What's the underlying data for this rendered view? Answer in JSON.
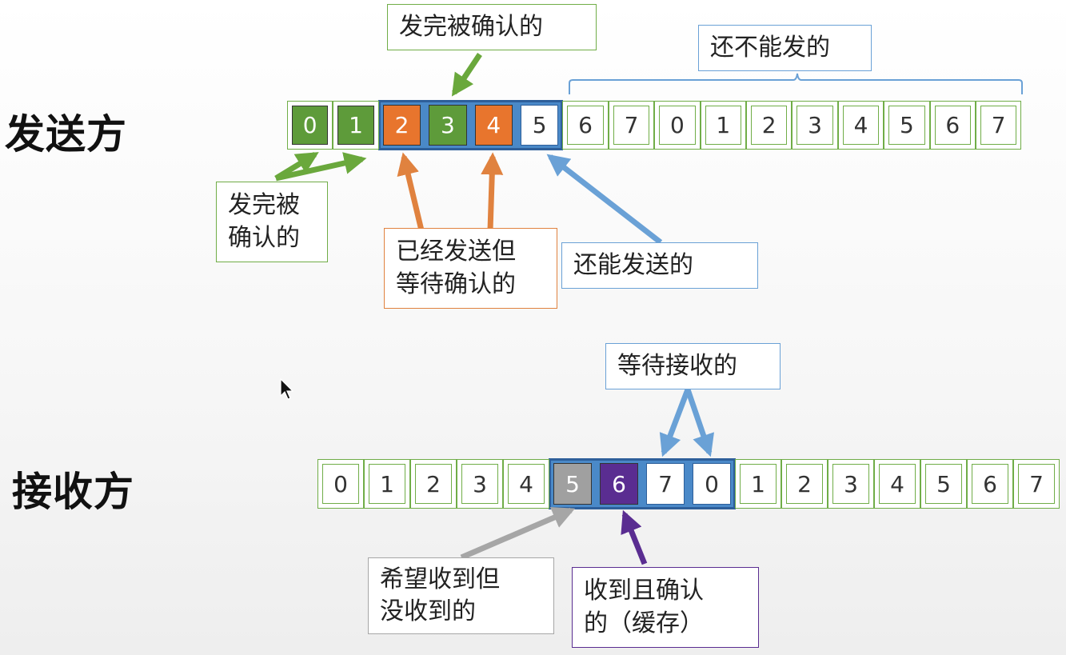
{
  "sender": {
    "title": "发送方",
    "cells": [
      "0",
      "1",
      "2",
      "3",
      "4",
      "5",
      "6",
      "7",
      "0",
      "1",
      "2",
      "3",
      "4",
      "5",
      "6",
      "7"
    ],
    "states": [
      "acked",
      "acked",
      "sent_unacked",
      "acked",
      "sent_unacked",
      "can_send",
      "not_sendable",
      "not_sendable",
      "not_sendable",
      "not_sendable",
      "not_sendable",
      "not_sendable",
      "not_sendable",
      "not_sendable",
      "not_sendable",
      "not_sendable"
    ],
    "window": {
      "start": 2,
      "end": 5
    },
    "labels": {
      "acked_top": "发完被确认的",
      "not_sendable": "还不能发的",
      "acked_left": "发完被\n确认的",
      "sent_waiting": "已经发送但\n等待确认的",
      "can_send": "还能发送的"
    }
  },
  "receiver": {
    "title": "接收方",
    "cells": [
      "0",
      "1",
      "2",
      "3",
      "4",
      "5",
      "6",
      "7",
      "0",
      "1",
      "2",
      "3",
      "4",
      "5",
      "6",
      "7"
    ],
    "states": [
      "plain",
      "plain",
      "plain",
      "plain",
      "plain",
      "expected_missing",
      "received_buffered",
      "waiting",
      "waiting",
      "plain",
      "plain",
      "plain",
      "plain",
      "plain",
      "plain",
      "plain"
    ],
    "window": {
      "start": 5,
      "end": 8
    },
    "labels": {
      "waiting": "等待接收的",
      "expected_missing": "希望收到但\n没收到的",
      "received_buffered": "收到且确认\n的（缓存）"
    }
  },
  "colors": {
    "green_fill": "#5e9b3a",
    "orange_fill": "#e8752d",
    "gray_fill": "#a0a0a0",
    "purple_fill": "#5a2d91",
    "window_blue": "#4a89c8",
    "cell_border_green": "#70ad47",
    "orange_arrow": "#e0823f",
    "blue_arrow": "#6aa1d6",
    "green_arrow": "#6aa83c",
    "gray_arrow": "#a6a6a6",
    "purple_arrow": "#5a2d91"
  }
}
